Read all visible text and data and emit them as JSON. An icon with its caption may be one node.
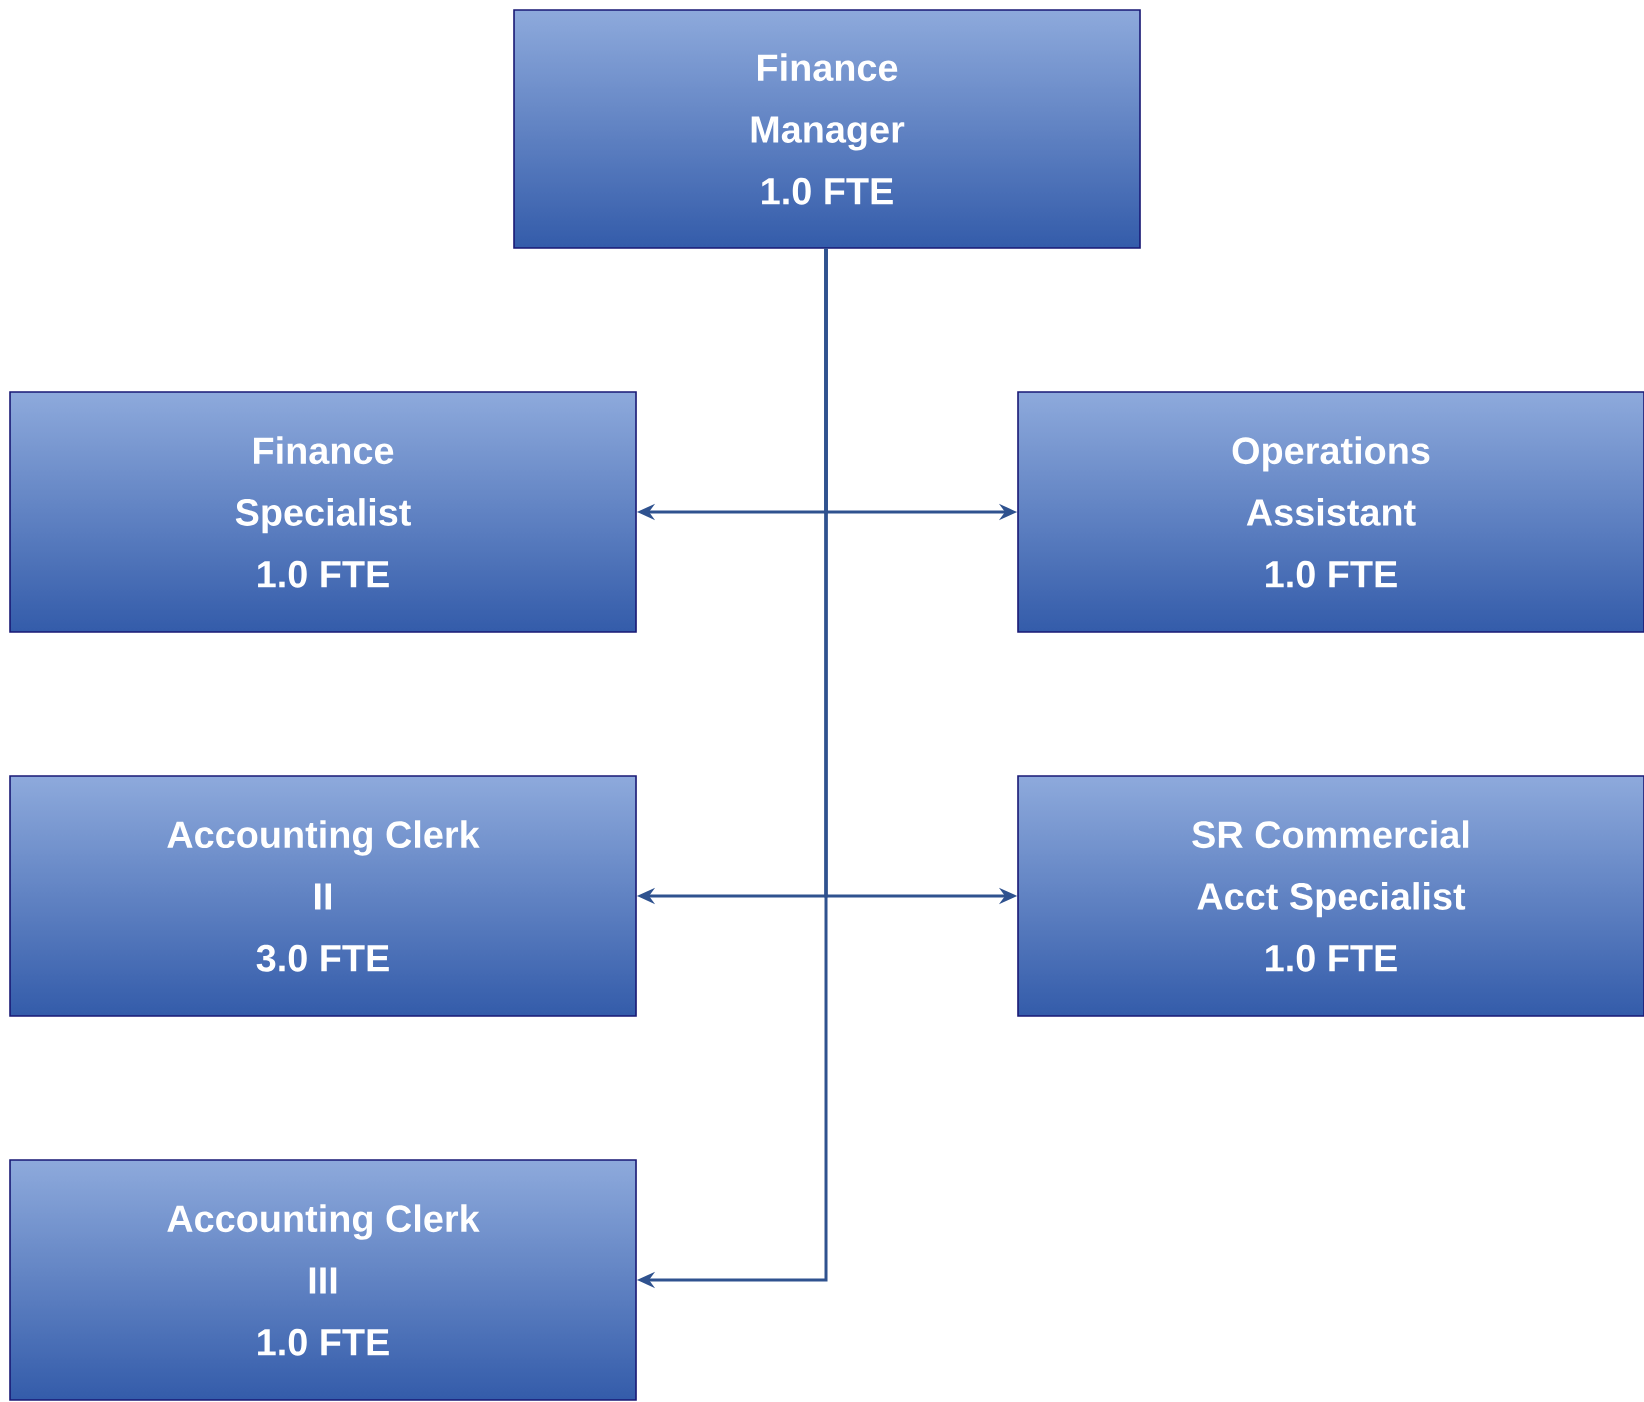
{
  "diagram": {
    "nodes": [
      {
        "text": [
          "Finance Manager",
          "1.0 FTE"
        ]
      },
      {
        "text": [
          "Finance Specialist",
          "1.0 FTE"
        ]
      },
      {
        "text": [
          "Operations Assistant",
          "1.0 FTE"
        ]
      },
      {
        "text": [
          "Accounting Clerk II",
          "3.0 FTE"
        ]
      },
      {
        "text": [
          "SR Commercial Acct Specialist",
          "1.0 FTE"
        ]
      },
      {
        "text": [
          "Accounting Clerk III",
          "1.0 FTE"
        ]
      }
    ],
    "edges": [
      {
        "from": 0,
        "to": 1,
        "arrow": "to"
      },
      {
        "from": 0,
        "to": 2,
        "arrow": "to"
      },
      {
        "from": 0,
        "to": 3,
        "arrow": "to"
      },
      {
        "from": 0,
        "to": 4,
        "arrow": "to"
      },
      {
        "from": 0,
        "to": 5,
        "arrow": "to"
      }
    ]
  }
}
